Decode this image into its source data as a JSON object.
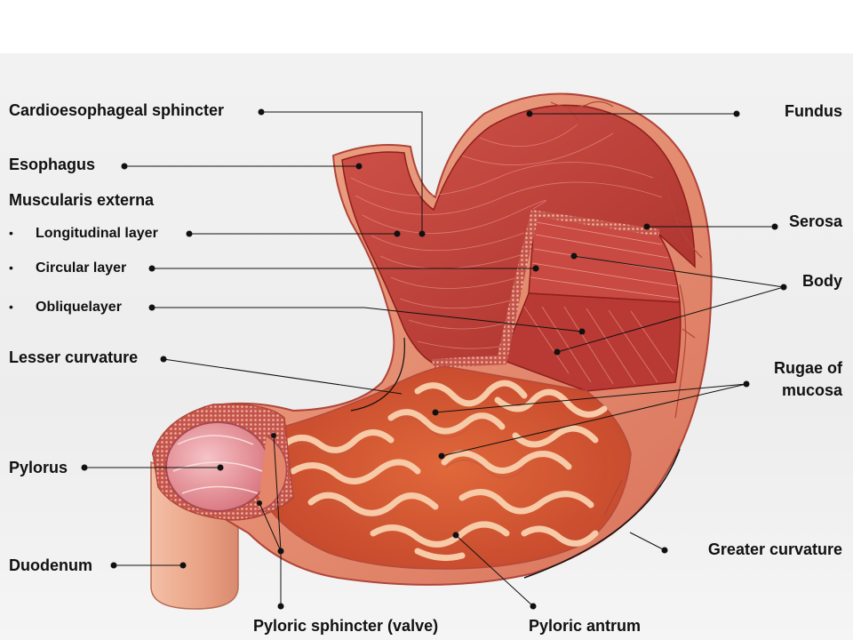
{
  "labels": {
    "cardioesophageal_sphincter": "Cardioesophageal sphincter",
    "esophagus": "Esophagus",
    "muscularis_externa": "Muscularis externa",
    "longitudinal_layer": "Longitudinal  layer",
    "circular_layer": "Circular  layer",
    "oblique_layer": "Obliquelayer",
    "lesser_curvature": "Lesser curvature",
    "pylorus": "Pylorus",
    "duodenum": "Duodenum",
    "pyloric_sphincter": "Pyloric sphincter (valve)",
    "pyloric_antrum": "Pyloric antrum",
    "fundus": "Fundus",
    "serosa": "Serosa",
    "body": "Body",
    "rugae_line1": "Rugae of",
    "rugae_line2": "mucosa",
    "greater_curvature": "Greater curvature"
  },
  "bullet_symbol": "•",
  "colors": {
    "muscle": "#c0413a",
    "muscle_dark": "#8e1f1c",
    "serosa": "#e89a7c",
    "mucosa": "#f3b48f",
    "rugae": "#f6c4a2",
    "duodenum": "#e9a98c",
    "leader": "#111111"
  }
}
